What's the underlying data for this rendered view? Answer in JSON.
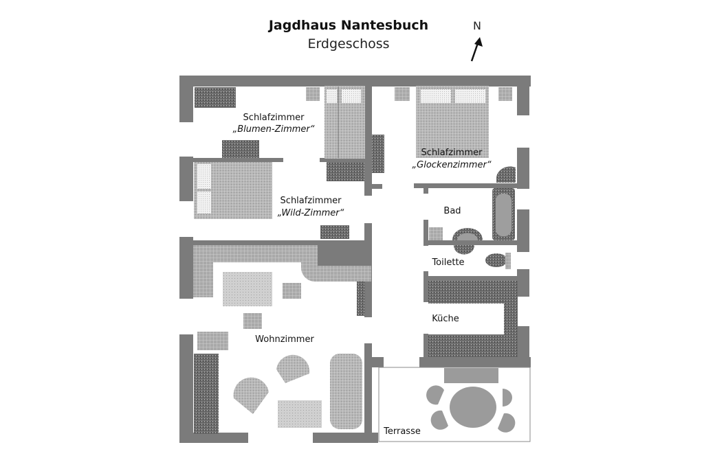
{
  "header": {
    "title": "Jagdhaus Nantesbuch",
    "subtitle": "Erdgeschoss",
    "north_label": "N"
  },
  "rooms": {
    "blumen": {
      "name": "Schlafzimmer",
      "nickname": "„Blumen-Zimmer“"
    },
    "wild": {
      "name": "Schlafzimmer",
      "nickname": "„Wild-Zimmer“"
    },
    "glocken": {
      "name": "Schlafzimmer",
      "nickname": "„Glockenzimmer“"
    },
    "bad": {
      "name": "Bad"
    },
    "toilette": {
      "name": "Toilette"
    },
    "kueche": {
      "name": "Küche"
    },
    "wohnzimmer": {
      "name": "Wohnzimmer"
    },
    "terrasse": {
      "name": "Terrasse"
    }
  },
  "colors": {
    "wall": "#7b7b7b",
    "furniture_dark": "#6e6e6e",
    "furniture_light": "#bdbdbd"
  }
}
